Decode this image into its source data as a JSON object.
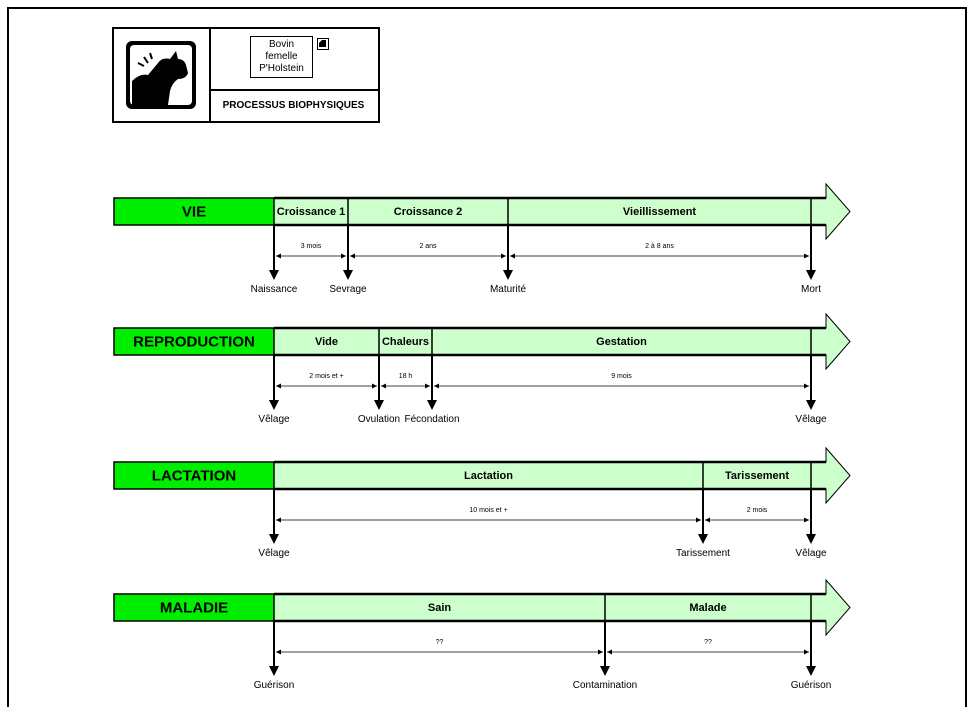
{
  "header": {
    "animal_lines": [
      "Bovin",
      "femelle",
      "P'Holstein"
    ],
    "section_label": "PROCESSUS BIOPHYSIQUES"
  },
  "colors": {
    "title_fill": "#00ee00",
    "bar_fill": "#ccffcc",
    "line": "#000000"
  },
  "processes": [
    {
      "title": "VIE",
      "phases": [
        "Croissance 1",
        "Croissance 2",
        "Vieillissement"
      ],
      "durations": [
        "3 mois",
        "2 ans",
        "2 à 8 ans"
      ],
      "events": [
        "Naissance",
        "Sevrage",
        "Maturité",
        "Mort"
      ]
    },
    {
      "title": "REPRODUCTION",
      "phases": [
        "Vide",
        "Chaleurs",
        "Gestation"
      ],
      "durations": [
        "2 mois et +",
        "18 h",
        "9 mois"
      ],
      "events": [
        "Vêlage",
        "Ovulation",
        "Fécondation",
        "Vêlage"
      ]
    },
    {
      "title": "LACTATION",
      "phases": [
        "Lactation",
        "Tarissement"
      ],
      "durations": [
        "10 mois et +",
        "2 mois"
      ],
      "events": [
        "Vêlage",
        "Tarissement",
        "Vêlage"
      ]
    },
    {
      "title": "MALADIE",
      "phases": [
        "Sain",
        "Malade"
      ],
      "durations": [
        "??",
        "??"
      ],
      "events": [
        "Guérison",
        "Contamination",
        "Guérison"
      ]
    }
  ]
}
